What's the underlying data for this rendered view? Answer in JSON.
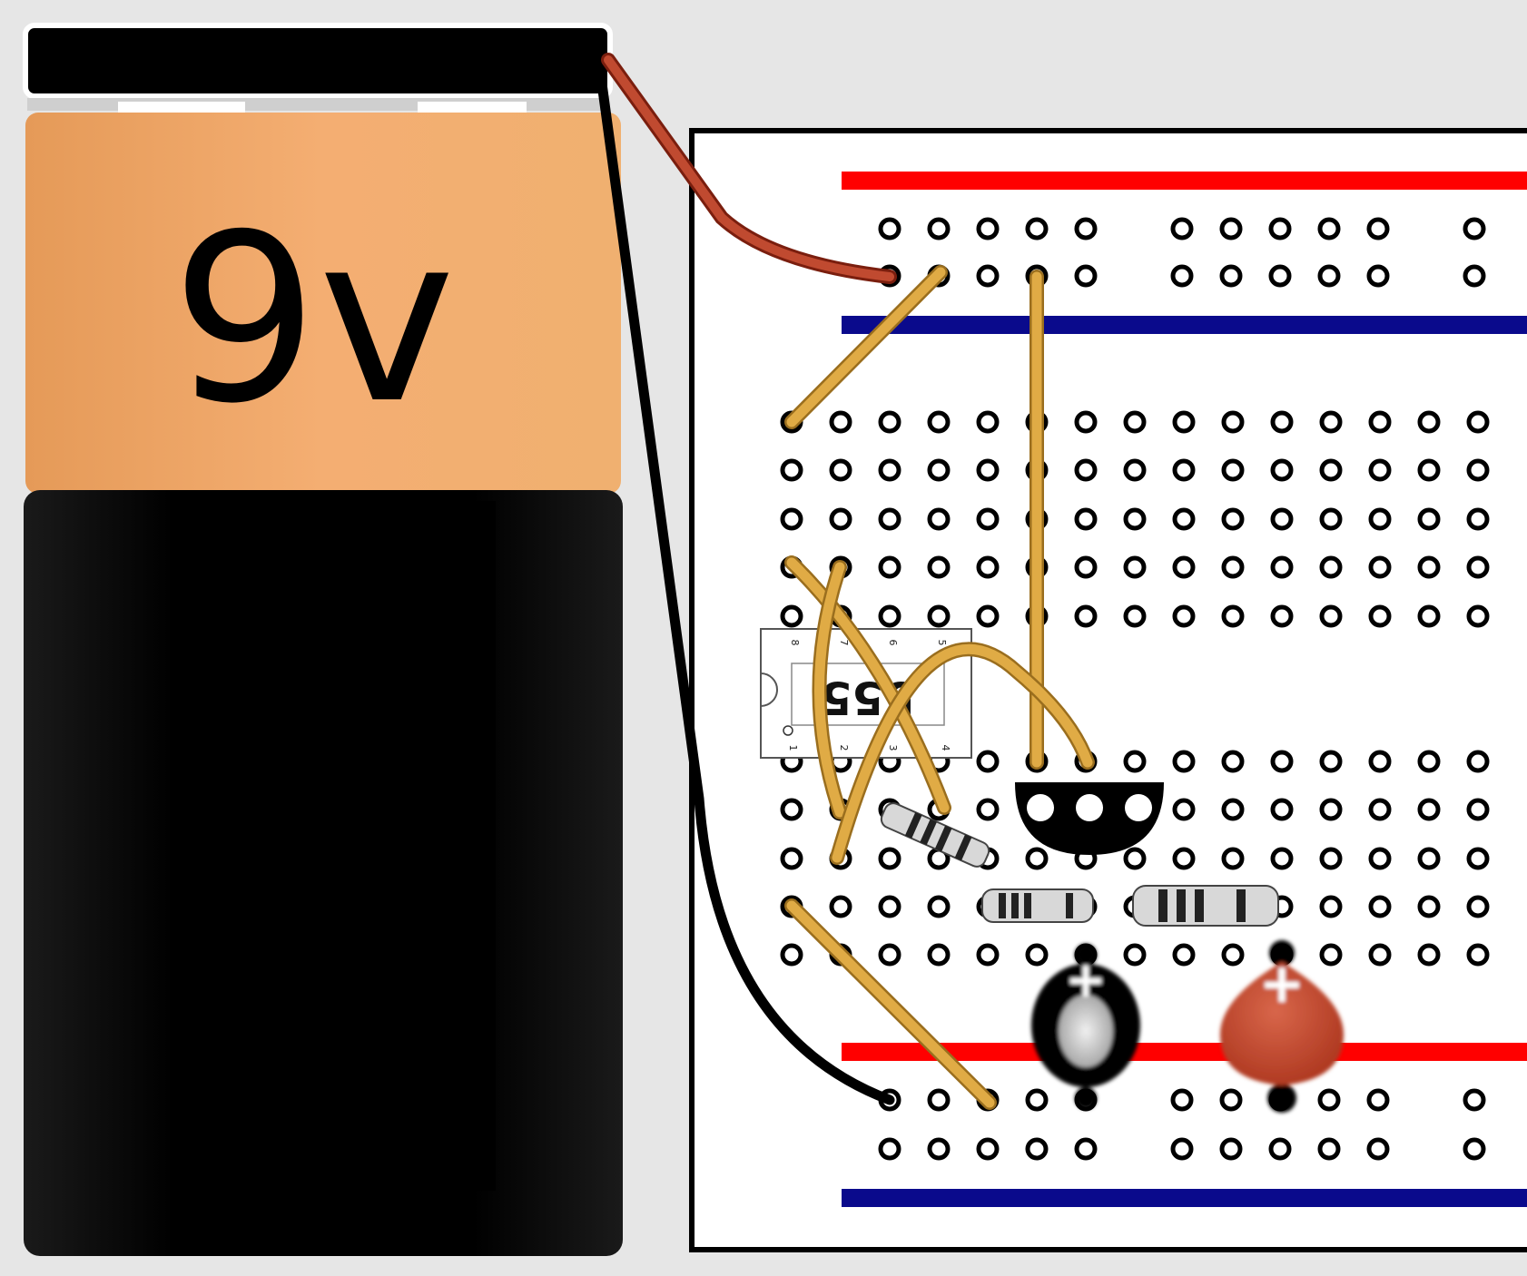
{
  "battery": {
    "label": "9v",
    "colors": {
      "copper": "#f0a868",
      "body": "#111111",
      "cap": "#000000"
    }
  },
  "chip": {
    "label": "555",
    "pins_top": [
      "8",
      "7",
      "6",
      "5"
    ],
    "pins_bottom": [
      "1",
      "2",
      "3",
      "4"
    ]
  },
  "capacitors": [
    {
      "polarity": "+",
      "kind": "electrolytic",
      "color": "#c0c0c0"
    },
    {
      "polarity": "+",
      "kind": "ceramic",
      "color": "#c44a2c"
    }
  ],
  "colors": {
    "rail_positive": "#ff0000",
    "rail_negative": "#0a0a8c",
    "jumper": "#e0ab45",
    "wire_positive": "#c04a30",
    "wire_negative": "#000000",
    "board": "#ffffff",
    "hole": "#000000"
  }
}
